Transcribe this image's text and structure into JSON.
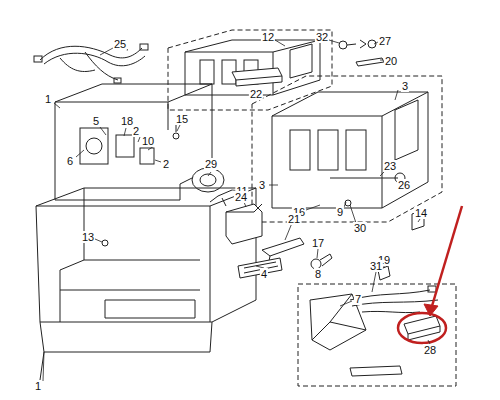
{
  "diagram": {
    "labels": [
      "25",
      "12",
      "32",
      "27",
      "20",
      "1",
      "5",
      "18",
      "15",
      "22",
      "3",
      "3",
      "6",
      "2",
      "10",
      "23",
      "26",
      "2",
      "29",
      "11",
      "16",
      "9",
      "30",
      "14",
      "24",
      "21",
      "13",
      "17",
      "8",
      "19",
      "31",
      "4",
      "7",
      "28",
      "1"
    ]
  }
}
